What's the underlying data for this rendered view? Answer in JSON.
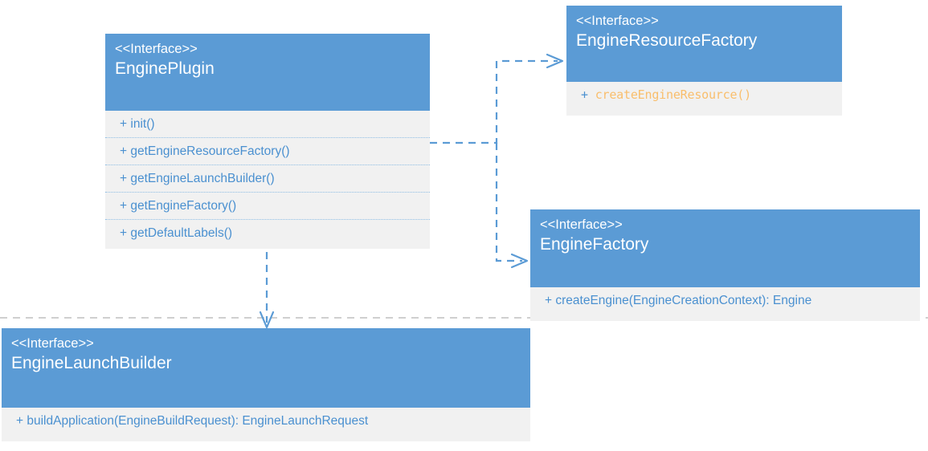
{
  "diagram": {
    "kind": "uml-class-diagram",
    "stereotype_label": "<<Interface>>",
    "colors": {
      "header_blue": "#5B9BD5",
      "body_gray": "#f1f1f1",
      "member_blue": "#4A90D0",
      "member_orange": "#F9BE6C",
      "connector_blue": "#5B9BD5",
      "guide_gray": "#BFBFBF"
    },
    "classes": [
      {
        "id": "engineplugin",
        "stereotype": "<<Interface>>",
        "name": "EnginePlugin",
        "members": [
          {
            "visibility": "+",
            "signature": "init()"
          },
          {
            "visibility": "+",
            "signature": "getEngineResourceFactory()"
          },
          {
            "visibility": "+",
            "signature": "getEngineLaunchBuilder()"
          },
          {
            "visibility": "+",
            "signature": "getEngineFactory()"
          },
          {
            "visibility": "+",
            "signature": "getDefaultLabels()"
          }
        ]
      },
      {
        "id": "engineresourcefactory",
        "stereotype": "<<Interface>>",
        "name": "EngineResourceFactory",
        "members": [
          {
            "visibility": "+",
            "signature": "createEngineResource()"
          }
        ]
      },
      {
        "id": "enginefactory",
        "stereotype": "<<Interface>>",
        "name": "EngineFactory",
        "members": [
          {
            "visibility": "+",
            "signature": "createEngine(EngineCreationContext): Engine"
          }
        ]
      },
      {
        "id": "enginelaunchbuilder",
        "stereotype": "<<Interface>>",
        "name": "EngineLaunchBuilder",
        "members": [
          {
            "visibility": "+",
            "signature": "buildApplication(EngineBuildRequest): EngineLaunchRequest"
          }
        ]
      }
    ],
    "relationships": [
      {
        "from": "EnginePlugin",
        "to": "EngineResourceFactory",
        "type": "dependency",
        "style": "dashed-open-arrow"
      },
      {
        "from": "EnginePlugin",
        "to": "EngineFactory",
        "type": "dependency",
        "style": "dashed-open-arrow"
      },
      {
        "from": "EnginePlugin",
        "to": "EngineLaunchBuilder",
        "type": "dependency",
        "style": "dashed-open-arrow"
      }
    ]
  }
}
